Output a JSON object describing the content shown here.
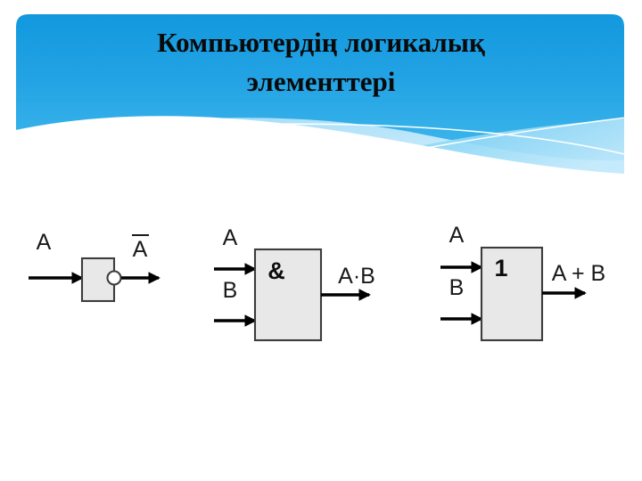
{
  "slide": {
    "title_line1": "Компьютердің  логикалық",
    "title_line2": "элементтері",
    "title_full": "Компьютердің  логикалық\nэлементтері",
    "background_color": "#ffffff"
  },
  "header": {
    "banner_color_top": "#1e9fe0",
    "banner_color_bottom": "#56c3f0",
    "wave_color_light": "#8fd4f5",
    "wave_color_lighter": "#bbe6fa",
    "wave_line_color": "#ffffff",
    "title_color": "#0a0a0a"
  },
  "diagram": {
    "name": "logic-gates-diagram",
    "box_fill": "#e8e8e8",
    "box_stroke": "#3c3c3c",
    "wire_color": "#000000",
    "gates": [
      {
        "id": "not-gate",
        "symbol": "",
        "inputs": [
          "A"
        ],
        "output": "A",
        "output_overline": true,
        "has_bubble": true
      },
      {
        "id": "and-gate",
        "symbol": "&",
        "inputs": [
          "A",
          "B"
        ],
        "output": "A·B",
        "output_overline": false,
        "has_bubble": false
      },
      {
        "id": "or-gate",
        "symbol": "1",
        "inputs": [
          "A",
          "B"
        ],
        "output": "A + B",
        "output_overline": false,
        "has_bubble": false
      }
    ]
  }
}
